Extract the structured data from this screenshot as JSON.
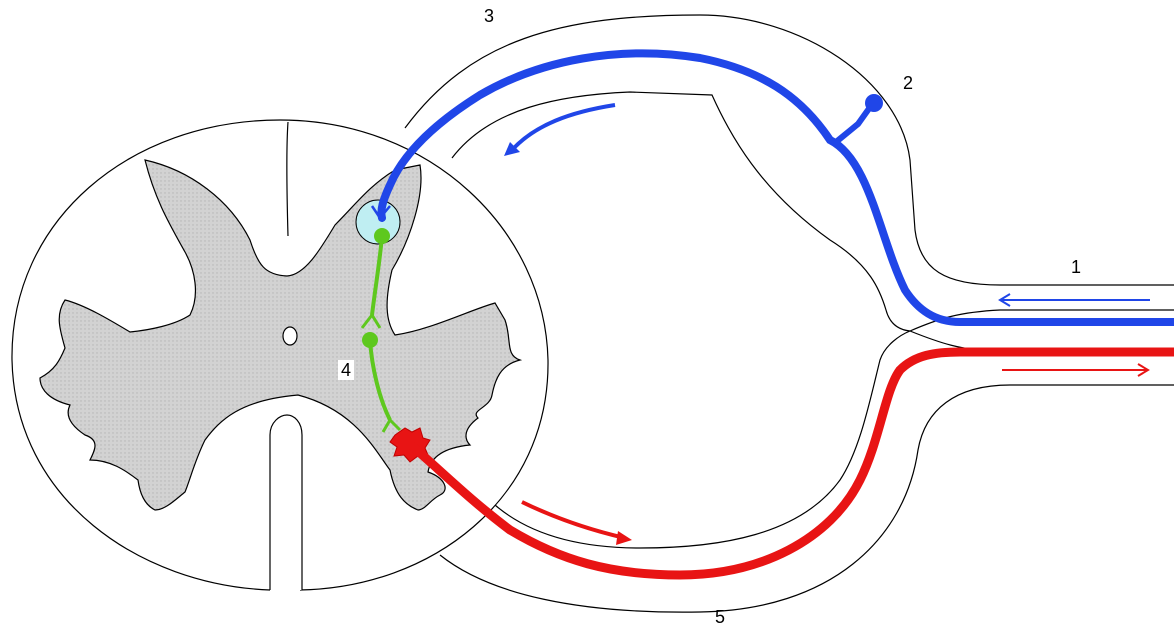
{
  "labels": {
    "one": "1",
    "two": "2",
    "three": "3",
    "four": "4",
    "five": "5"
  },
  "colors": {
    "background": "#ffffff",
    "outline": "#000000",
    "gray_matter": "#cfcfcf",
    "afferent_blue": "#2046e8",
    "efferent_red": "#e81414",
    "interneuron_green": "#5ec81e",
    "synapse_cyan": "#bfeef2"
  },
  "icons": {
    "afferent_flow": "arrow-left-icon",
    "efferent_flow": "arrow-right-icon"
  }
}
